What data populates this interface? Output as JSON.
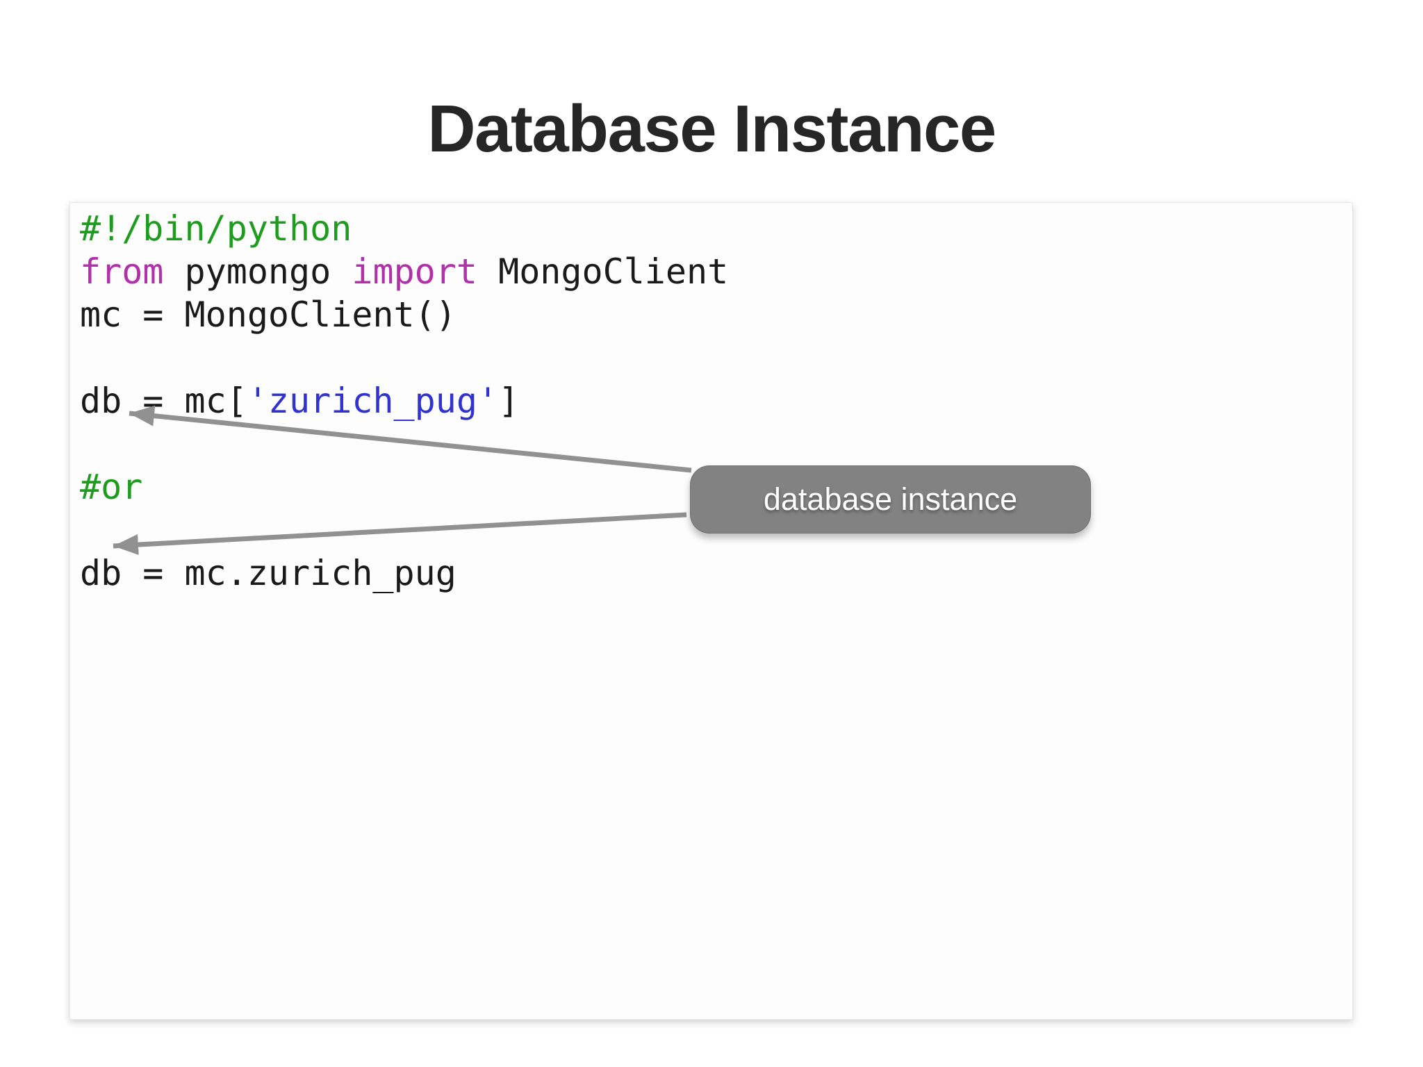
{
  "title": "Database Instance",
  "callout": {
    "label": "database instance"
  },
  "code": {
    "language": "python",
    "lines": [
      {
        "tokens": [
          {
            "type": "comment",
            "text": "#!/bin/python"
          }
        ]
      },
      {
        "tokens": [
          {
            "type": "keyword",
            "text": "from"
          },
          {
            "type": "plain",
            "text": " pymongo "
          },
          {
            "type": "keyword",
            "text": "import"
          },
          {
            "type": "plain",
            "text": " MongoClient"
          }
        ]
      },
      {
        "tokens": [
          {
            "type": "plain",
            "text": "mc = MongoClient()"
          }
        ]
      },
      {
        "tokens": []
      },
      {
        "tokens": [
          {
            "type": "plain",
            "text": "db = mc["
          },
          {
            "type": "string",
            "text": "'zurich_pug'"
          },
          {
            "type": "plain",
            "text": "]"
          }
        ]
      },
      {
        "tokens": []
      },
      {
        "tokens": [
          {
            "type": "comment",
            "text": "#or"
          }
        ]
      },
      {
        "tokens": []
      },
      {
        "tokens": [
          {
            "type": "plain",
            "text": "db = mc.zurich_pug"
          }
        ]
      }
    ]
  },
  "colors": {
    "title_text": "#262626",
    "plain": "#1a1a1a",
    "comment": "#1e9c1e",
    "keyword": "#b131aa",
    "string": "#3232cf",
    "arrow": "#919191",
    "callout_bg": "#828282",
    "callout_text": "#ffffff"
  }
}
